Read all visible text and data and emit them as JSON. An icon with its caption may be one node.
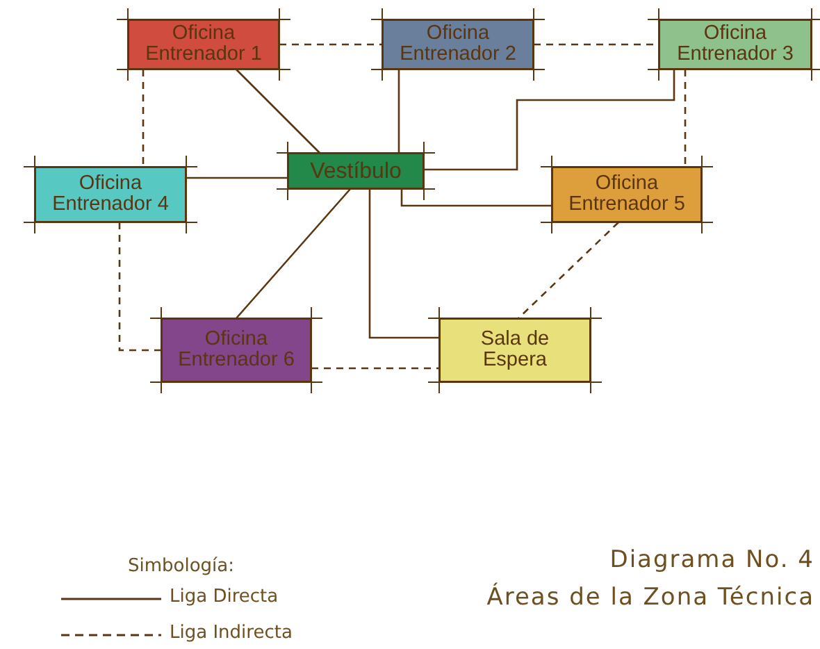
{
  "diagram": {
    "title": "Diagrama No. 4",
    "caption": "Áreas de la Zona Técnica",
    "nodes": [
      {
        "text": [
          "Oficina Entrenador 1"
        ]
      },
      {
        "text": [
          "Oficina Entrenador 2"
        ]
      },
      {
        "text": [
          "Oficina Entrenador 3"
        ]
      },
      {
        "text": [
          "Vestíbulo"
        ]
      },
      {
        "text": [
          "Oficina Entrenador 4"
        ]
      },
      {
        "text": [
          "Oficina Entrenador 5"
        ]
      },
      {
        "text": [
          "Oficina Entrenador 6"
        ]
      },
      {
        "text": [
          "Sala de Espera"
        ]
      }
    ],
    "edges": [
      {
        "from": 0,
        "to": 1,
        "arrow": "none",
        "style": "dashed"
      },
      {
        "from": 1,
        "to": 2,
        "arrow": "none",
        "style": "dashed"
      },
      {
        "from": 0,
        "to": 4,
        "arrow": "none",
        "style": "dashed"
      },
      {
        "from": 2,
        "to": 5,
        "arrow": "none",
        "style": "dashed"
      },
      {
        "from": 0,
        "to": 3,
        "arrow": "none"
      },
      {
        "from": 1,
        "to": 3,
        "arrow": "none"
      },
      {
        "from": 2,
        "to": 3,
        "arrow": "none"
      },
      {
        "from": 4,
        "to": 3,
        "arrow": "none"
      },
      {
        "from": 3,
        "to": 5,
        "arrow": "none"
      },
      {
        "from": 3,
        "to": 6,
        "arrow": "none"
      },
      {
        "from": 3,
        "to": 7,
        "arrow": "none"
      },
      {
        "from": 4,
        "to": 6,
        "arrow": "none",
        "style": "dashed"
      },
      {
        "from": 6,
        "to": 7,
        "arrow": "none",
        "style": "dashed"
      },
      {
        "from": 5,
        "to": 7,
        "arrow": "none",
        "style": "dashed"
      }
    ],
    "labels": [
      "Simbología:"
    ],
    "legend": [
      {
        "text": "Liga Directa"
      },
      {
        "text": "Liga Indirecta"
      }
    ]
  }
}
